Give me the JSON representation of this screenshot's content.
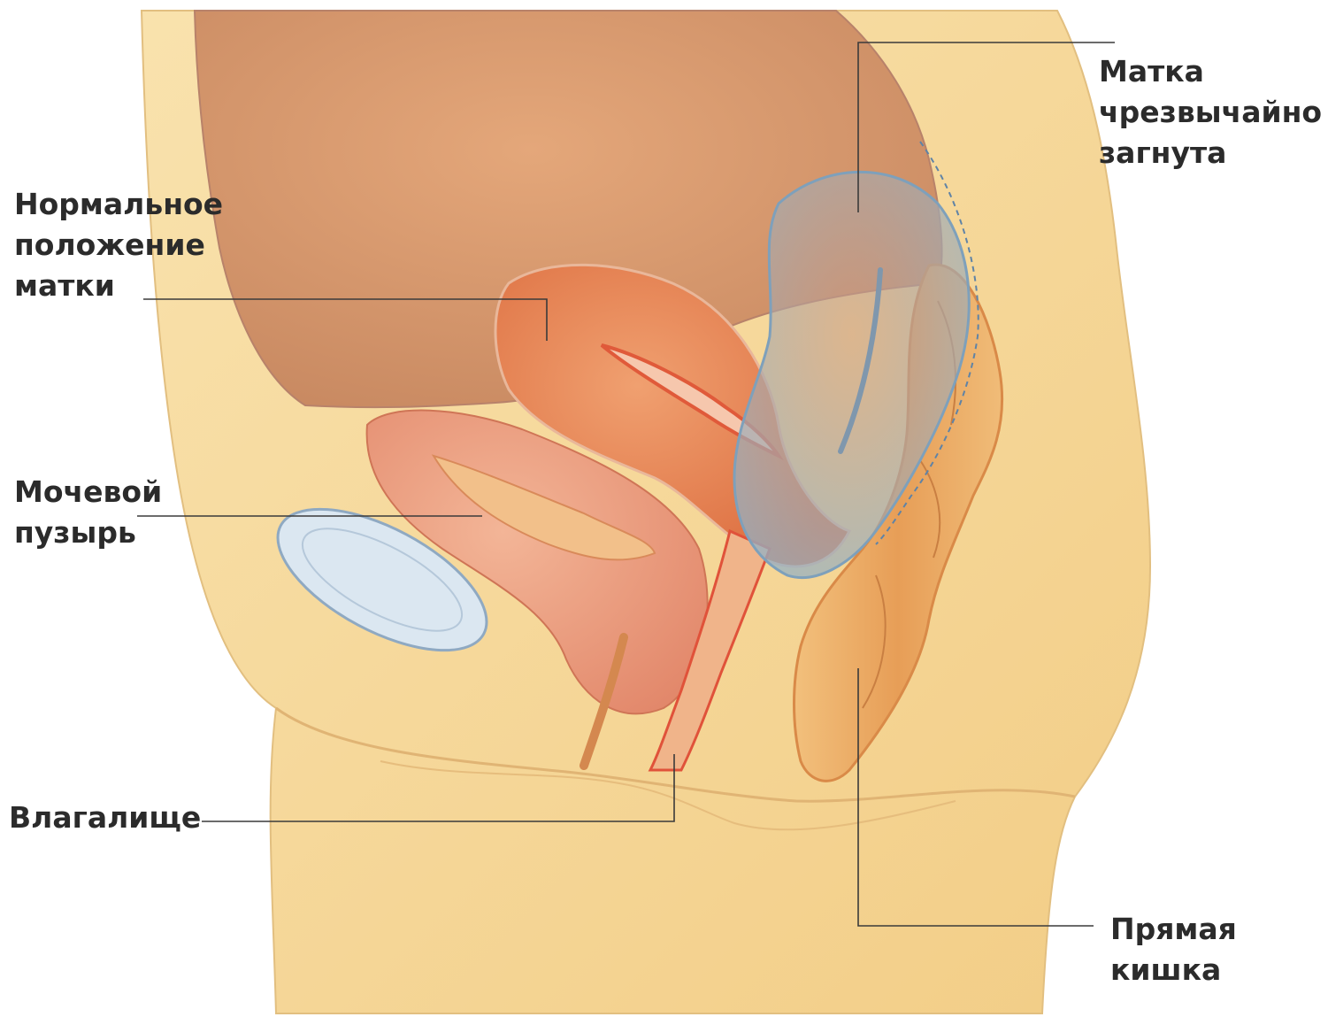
{
  "labels": {
    "uterus_tilted": [
      "Матка",
      "чрезвычайно",
      "загнута"
    ],
    "normal_position": [
      "Нормальное",
      "положение",
      "матки"
    ],
    "bladder": [
      "Мочевой",
      "пузырь"
    ],
    "vagina": [
      "Влагалище"
    ],
    "rectum": [
      "Прямая",
      "кишка"
    ]
  },
  "colors": {
    "skin": "#f6d89a",
    "skin_shadow": "#e8b96e",
    "abdomen_cavity": "#d89a6c",
    "uterus": "#e0794a",
    "uterus_inner": "#e8643c",
    "bladder": "#e79272",
    "pubic_bone": "#cfe0ee",
    "tilted_uterus_overlay": "#8fb3c9",
    "rectum": "#e7a15a",
    "leader_line": "#3a3a3a"
  }
}
